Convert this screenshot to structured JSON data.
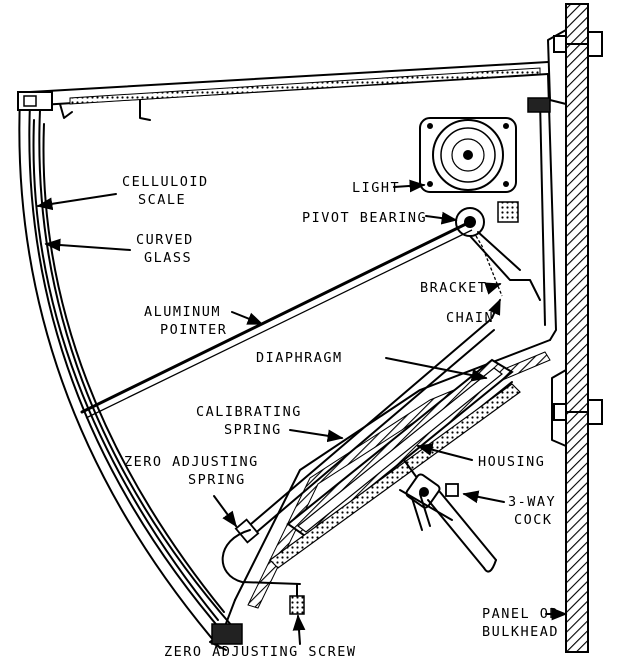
{
  "labels": {
    "celluloid_scale": [
      "CELLULOID",
      "SCALE"
    ],
    "curved_glass": [
      "CURVED",
      "GLASS"
    ],
    "light": "LIGHT",
    "pivot_bearing": "PIVOT BEARING",
    "bracket": "BRACKET",
    "chain": "CHAIN",
    "aluminum_pointer": [
      "ALUMINUM",
      "POINTER"
    ],
    "diaphragm": "DIAPHRAGM",
    "calibrating_spring": [
      "CALIBRATING",
      "SPRING"
    ],
    "zero_adjusting_spring": [
      "ZERO ADJUSTING",
      "SPRING"
    ],
    "housing": "HOUSING",
    "three_way_cock": [
      "3-WAY",
      "COCK"
    ],
    "panel_or_bulkhead": [
      "PANEL OR",
      "BULKHEAD"
    ],
    "zero_adjusting_screw": "ZERO ADJUSTING SCREW"
  },
  "colors": {
    "ink": "#000000",
    "paper": "#ffffff"
  }
}
